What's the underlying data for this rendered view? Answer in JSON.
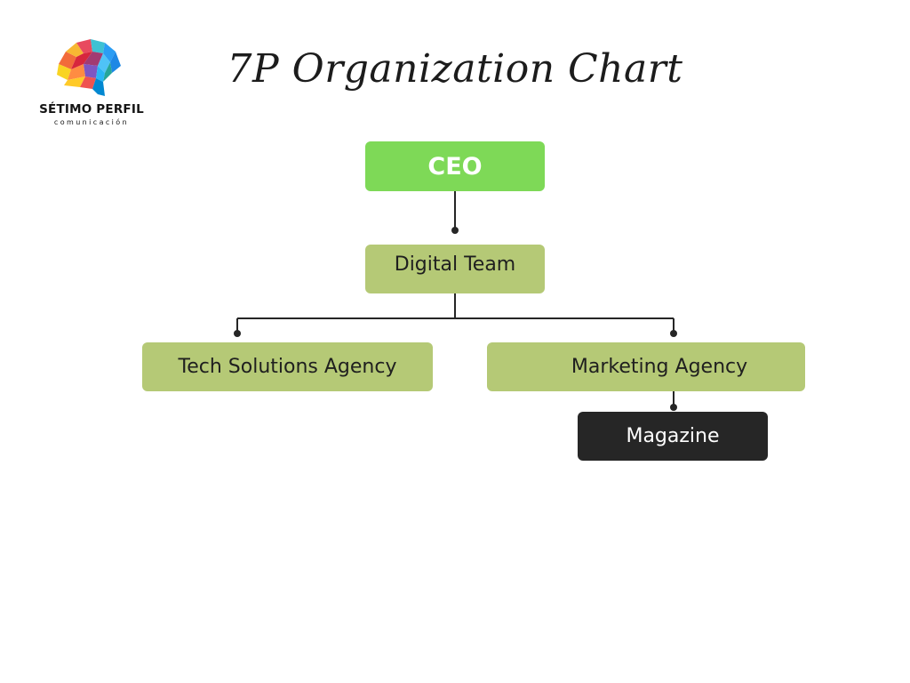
{
  "logo": {
    "name": "SÉTIMO PERFIL",
    "tagline": "comunicación"
  },
  "title": "7P Organization Chart",
  "nodes": {
    "ceo": "CEO",
    "digital_team": "Digital Team",
    "tech_solutions": "Tech Solutions Agency",
    "marketing": "Marketing Agency",
    "magazine": "Magazine"
  },
  "colors": {
    "ceo_fill": "#7ed957",
    "team_fill": "#b5c976",
    "magazine_fill": "#262626",
    "connector": "#262626"
  }
}
